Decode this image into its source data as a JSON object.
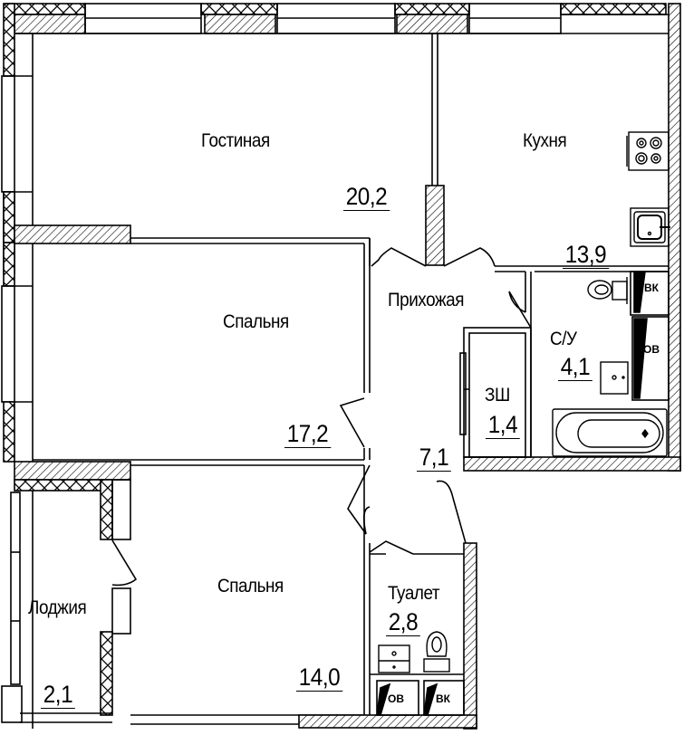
{
  "plan": {
    "type": "apartment-floor-plan",
    "colors": {
      "line": "#000000",
      "background": "#ffffff"
    },
    "rooms": [
      {
        "id": "living",
        "name": "Гостиная",
        "area": "20,2"
      },
      {
        "id": "kitchen",
        "name": "Кухня",
        "area": "13,9"
      },
      {
        "id": "bedroom1",
        "name": "Спальня",
        "area": "17,2"
      },
      {
        "id": "hallway",
        "name": "Прихожая",
        "area": "7,1"
      },
      {
        "id": "closet",
        "name": "ЗШ",
        "area": "1,4"
      },
      {
        "id": "bathroom",
        "name": "С/У",
        "area": "4,1"
      },
      {
        "id": "bedroom2",
        "name": "Спальня",
        "area": "14,0"
      },
      {
        "id": "toilet",
        "name": "Туалет",
        "area": "2,8"
      },
      {
        "id": "loggia",
        "name": "Лоджия",
        "area": "2,1"
      }
    ],
    "risers": {
      "bathroom_water": "ВК",
      "bathroom_heating": "ОВ",
      "toilet_heating": "ОВ",
      "toilet_water": "ВК"
    },
    "fixtures": [
      "stove-icon",
      "kitchen-sink-icon",
      "toilet-icon",
      "washbasin-icon",
      "bathtub-icon"
    ]
  }
}
